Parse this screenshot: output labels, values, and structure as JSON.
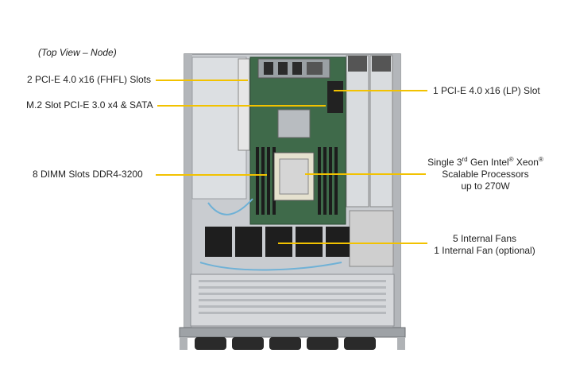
{
  "view_title": "(Top View – Node)",
  "callouts": {
    "pcie_fhfl": "2 PCI-E 4.0 x16 (FHFL) Slots",
    "m2_slot": "M.2 Slot PCI-E 3.0 x4 & SATA",
    "dimm": "8 DIMM Slots DDR4-3200",
    "pcie_lp": "1 PCI-E 4.0 x16 (LP) Slot",
    "cpu_line1_a": "Single 3",
    "cpu_line1_sup1": "rd",
    "cpu_line1_b": " Gen Intel",
    "cpu_line1_sup2": "®",
    "cpu_line1_c": "  Xeon",
    "cpu_line1_sup3": "®",
    "cpu_line2": "Scalable Processors",
    "cpu_line3": "up to 270W",
    "fans_line1": "5 Internal  Fans",
    "fans_line2": "1 Internal  Fan (optional)"
  },
  "colors": {
    "callout_line": "#f2c200",
    "chassis": "#c9ccd0",
    "motherboard": "#3f6a4a",
    "fan": "#1e1e1e"
  }
}
